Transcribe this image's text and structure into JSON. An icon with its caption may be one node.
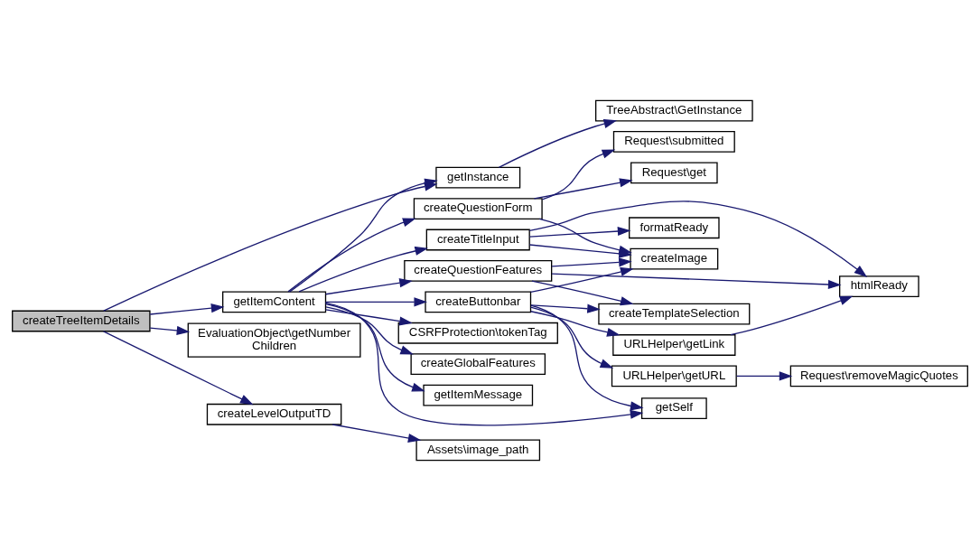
{
  "diagram": {
    "nodes": [
      {
        "text": [
          "createTreeItemDetails"
        ]
      },
      {
        "text": [
          "getItemContent"
        ]
      },
      {
        "text": [
          "EvaluationObject\\getNumber Children"
        ]
      },
      {
        "text": [
          "createLevelOutputTD"
        ]
      },
      {
        "text": [
          "getInstance"
        ]
      },
      {
        "text": [
          "createQuestionForm"
        ]
      },
      {
        "text": [
          "createTitleInput"
        ]
      },
      {
        "text": [
          "createQuestionFeatures"
        ]
      },
      {
        "text": [
          "createButtonbar"
        ]
      },
      {
        "text": [
          "CSRFProtection\\tokenTag"
        ]
      },
      {
        "text": [
          "createGlobalFeatures"
        ]
      },
      {
        "text": [
          "getItemMessage"
        ]
      },
      {
        "text": [
          "Assets\\image_path"
        ]
      },
      {
        "text": [
          "TreeAbstract\\GetInstance"
        ]
      },
      {
        "text": [
          "Request\\submitted"
        ]
      },
      {
        "text": [
          "Request\\get"
        ]
      },
      {
        "text": [
          "formatReady"
        ]
      },
      {
        "text": [
          "createImage"
        ]
      },
      {
        "text": [
          "createTemplateSelection"
        ]
      },
      {
        "text": [
          "URLHelper\\getLink"
        ]
      },
      {
        "text": [
          "URLHelper\\getURL"
        ]
      },
      {
        "text": [
          "getSelf"
        ]
      },
      {
        "text": [
          "htmlReady"
        ]
      },
      {
        "text": [
          "Request\\removeMagicQuotes"
        ]
      }
    ],
    "edges": [
      {
        "from": 0,
        "to": 4,
        "arrow": "to"
      },
      {
        "from": 0,
        "to": 1,
        "arrow": "to"
      },
      {
        "from": 0,
        "to": 2,
        "arrow": "to"
      },
      {
        "from": 0,
        "to": 3,
        "arrow": "to"
      },
      {
        "from": 1,
        "to": 4,
        "arrow": "to"
      },
      {
        "from": 1,
        "to": 5,
        "arrow": "to"
      },
      {
        "from": 1,
        "to": 6,
        "arrow": "to"
      },
      {
        "from": 1,
        "to": 7,
        "arrow": "to"
      },
      {
        "from": 1,
        "to": 8,
        "arrow": "to"
      },
      {
        "from": 1,
        "to": 9,
        "arrow": "to"
      },
      {
        "from": 1,
        "to": 10,
        "arrow": "to"
      },
      {
        "from": 1,
        "to": 11,
        "arrow": "to"
      },
      {
        "from": 1,
        "to": 21,
        "arrow": "to"
      },
      {
        "from": 3,
        "to": 12,
        "arrow": "to"
      },
      {
        "from": 4,
        "to": 13,
        "arrow": "to"
      },
      {
        "from": 5,
        "to": 14,
        "arrow": "to"
      },
      {
        "from": 5,
        "to": 15,
        "arrow": "to"
      },
      {
        "from": 5,
        "to": 17,
        "arrow": "to"
      },
      {
        "from": 6,
        "to": 22,
        "arrow": "to"
      },
      {
        "from": 6,
        "to": 16,
        "arrow": "to"
      },
      {
        "from": 6,
        "to": 17,
        "arrow": "to"
      },
      {
        "from": 7,
        "to": 17,
        "arrow": "to"
      },
      {
        "from": 7,
        "to": 22,
        "arrow": "to"
      },
      {
        "from": 7,
        "to": 18,
        "arrow": "to"
      },
      {
        "from": 8,
        "to": 17,
        "arrow": "to"
      },
      {
        "from": 8,
        "to": 18,
        "arrow": "to"
      },
      {
        "from": 8,
        "to": 19,
        "arrow": "to"
      },
      {
        "from": 8,
        "to": 20,
        "arrow": "to"
      },
      {
        "from": 8,
        "to": 21,
        "arrow": "to"
      },
      {
        "from": 19,
        "to": 22,
        "arrow": "to"
      },
      {
        "from": 20,
        "to": 23,
        "arrow": "to"
      }
    ]
  }
}
